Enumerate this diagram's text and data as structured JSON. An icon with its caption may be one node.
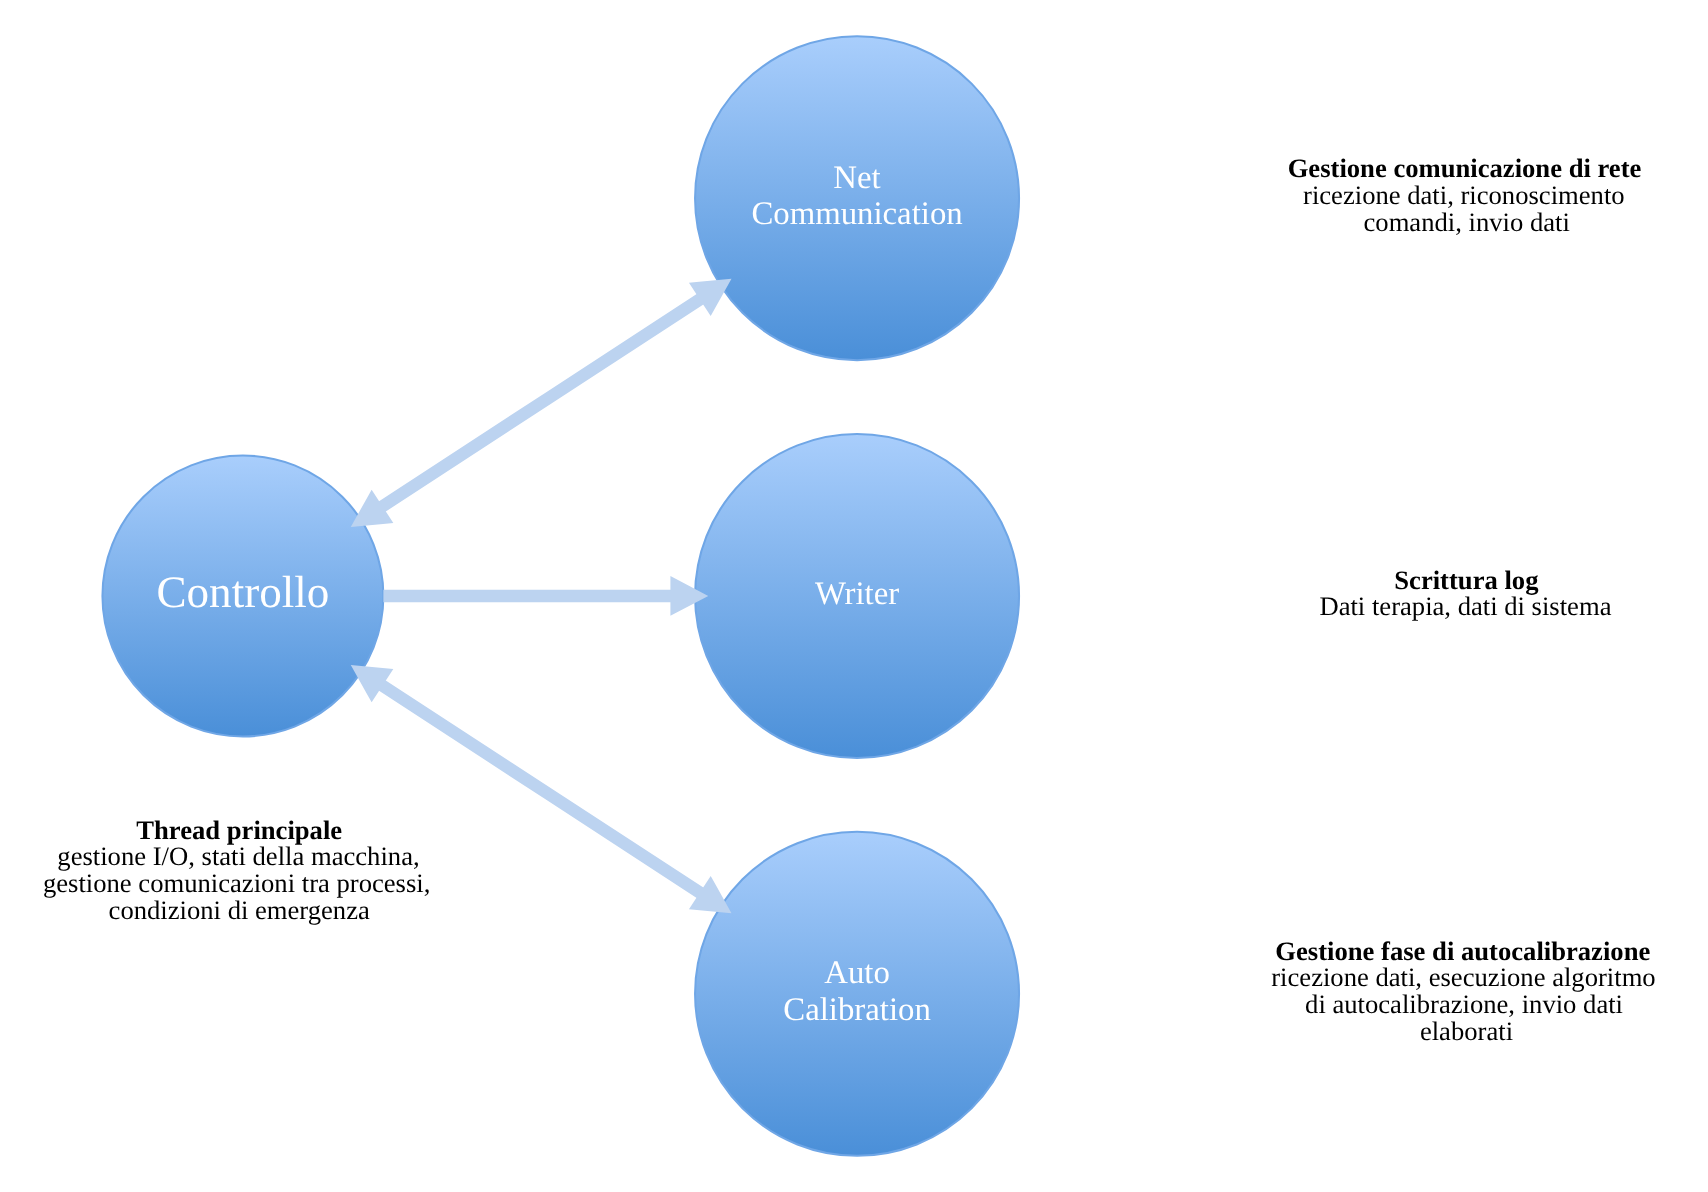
{
  "diagram": {
    "nodes": [
      {
        "text": [
          "Controllo"
        ],
        "beside": [
          "Thread principale",
          "gestione I/O, stati della macchina, gestione comunicazioni tra processi, condizioni di emergenza"
        ]
      },
      {
        "text": [
          "Net Communication"
        ],
        "beside": [
          "Gestione comunicazione di rete",
          "ricezione dati, riconoscimento comandi, invio dati"
        ]
      },
      {
        "text": [
          "Writer"
        ],
        "beside": [
          "Scrittura log",
          "Dati terapia, dati di sistema"
        ]
      },
      {
        "text": [
          "Auto Calibration"
        ],
        "beside": [
          "Gestione fase di autocalibrazione",
          "ricezione dati, esecuzione algoritmo di autocalibrazione, invio dati elaborati"
        ]
      }
    ],
    "edges": [
      {
        "from": 0,
        "to": 1,
        "arrow": "both"
      },
      {
        "from": 0,
        "to": 2,
        "arrow": "to"
      },
      {
        "from": 0,
        "to": 3,
        "arrow": "both"
      }
    ]
  }
}
